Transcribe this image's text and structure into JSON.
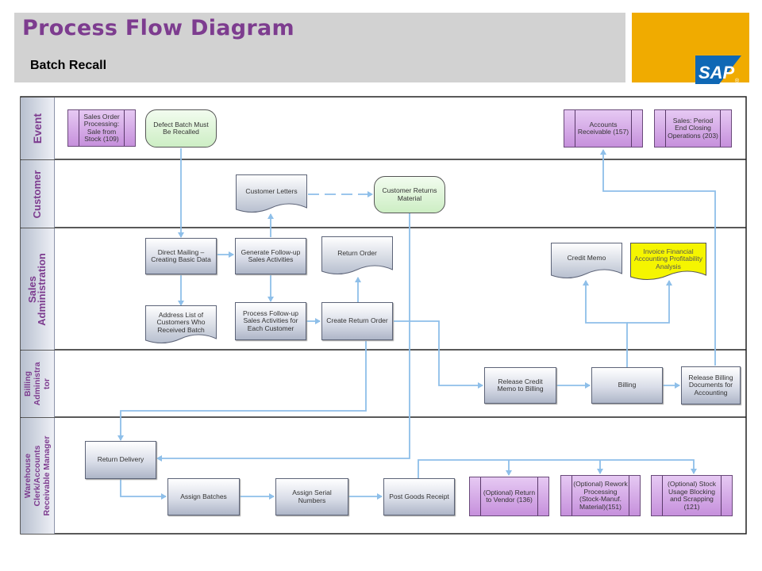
{
  "header": {
    "title": "Process Flow Diagram",
    "subtitle": "Batch Recall"
  },
  "logo": {
    "text": "SAP",
    "registered": "®",
    "colors": {
      "blue": "#0f68b5",
      "gold": "#f0ab00"
    }
  },
  "lanes": {
    "event": "Event",
    "customer": "Customer",
    "sales_admin_1": "Sales",
    "sales_admin_2": "Administration",
    "billing_1": "Billing",
    "billing_2": "Administra",
    "billing_3": "tor",
    "warehouse_1": "Warehouse",
    "warehouse_2": "Clerk/Accounts",
    "warehouse_3": "Receivable Manager"
  },
  "nodes": {
    "sales_order_processing": "Sales Order Processing: Sale from Stock (109)",
    "defect_batch": "Defect Batch Must Be Recalled",
    "accounts_receivable": "Accounts Receivable (157)",
    "period_end": "Sales: Period End Closing Operations (203)",
    "customer_letters": "Customer Letters",
    "customer_returns": "Customer Returns Material",
    "direct_mailing": "Direct Mailing – Creating Basic Data",
    "generate_followup": "Generate Follow-up Sales Activities",
    "return_order": "Return Order",
    "credit_memo": "Credit Memo",
    "invoice_fin": "Invoice Financial Accounting Profitability Analysis",
    "address_list": "Address List of Customers Who Received Batch",
    "process_followup": "Process Follow-up Sales Activities for Each Customer",
    "create_return_order": "Create Return Order",
    "release_credit_memo": "Release Credit Memo to Billing",
    "billing": "Billing",
    "release_billing_docs": "Release Billing Documents for Accounting",
    "return_delivery": "Return Delivery",
    "assign_batches": "Assign Batches",
    "assign_serial": "Assign Serial Numbers",
    "post_goods_receipt": "Post Goods Receipt",
    "opt_return_vendor": "(Optional) Return to Vendor (136)",
    "opt_rework": "(Optional) Rework Processing (Stock-Manuf. Material)(151)",
    "opt_stock_usage": "(Optional) Stock Usage Blocking and Scrapping (121)"
  },
  "colors": {
    "title": "#7d3c8f",
    "header_bg": "#d2d2d2",
    "connector": "#8ebfe9",
    "subprocess": "#c690dc",
    "event_fill": "#cdeec4",
    "invoice_fill": "#f5f500"
  }
}
